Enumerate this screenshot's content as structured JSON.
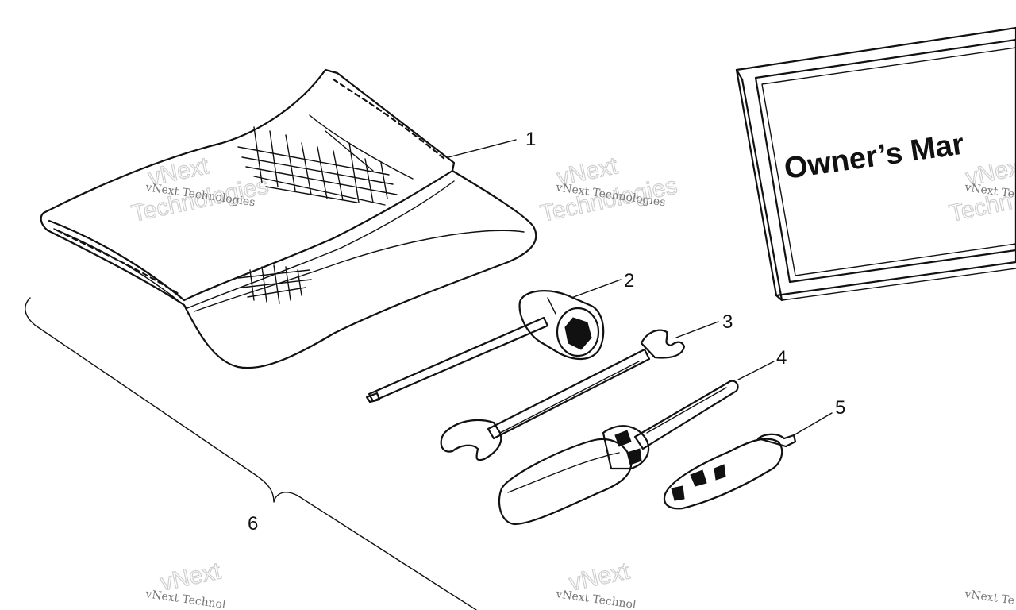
{
  "callouts": {
    "c1": "1",
    "c2": "2",
    "c3": "3",
    "c4": "4",
    "c5": "5",
    "c6": "6"
  },
  "manual": {
    "title": "Owner’s Mar"
  },
  "watermark": {
    "line1": "vNext Technologies",
    "line2": "vNext",
    "line3": "Technologies",
    "cut1": "vNext Te",
    "cut2": "Techn",
    "cut3": "vNext Technol",
    "cut4": "vNext Te"
  },
  "colors": {
    "ink": "#111111",
    "watermark_text": "#777777",
    "watermark_outline": "#cfcfcf",
    "background": "#ffffff"
  }
}
